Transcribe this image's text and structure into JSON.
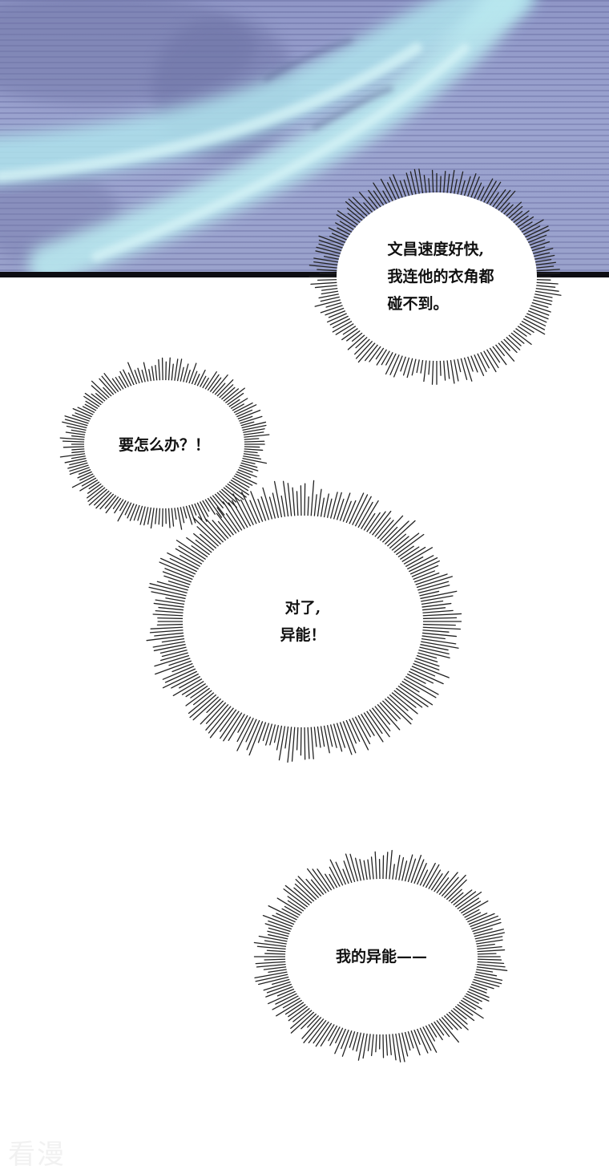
{
  "page": {
    "type": "comic-page",
    "background_color": "#ffffff"
  },
  "panel_top": {
    "description": "speed-line action panel with blue motion streak",
    "bg_color": "#9aa2cc",
    "streak_color": "#bfe6ee",
    "border_color": "#0d0d12"
  },
  "bubbles": [
    {
      "id": "bubble-1",
      "text": "文昌速度好快,\n我连他的衣角都\n碰不到。"
    },
    {
      "id": "bubble-2",
      "text": "要怎么办？！"
    },
    {
      "id": "bubble-3",
      "text": "对了,\n异能！"
    },
    {
      "id": "bubble-4",
      "text": "我的异能——"
    }
  ],
  "watermark": {
    "text": "看漫"
  }
}
